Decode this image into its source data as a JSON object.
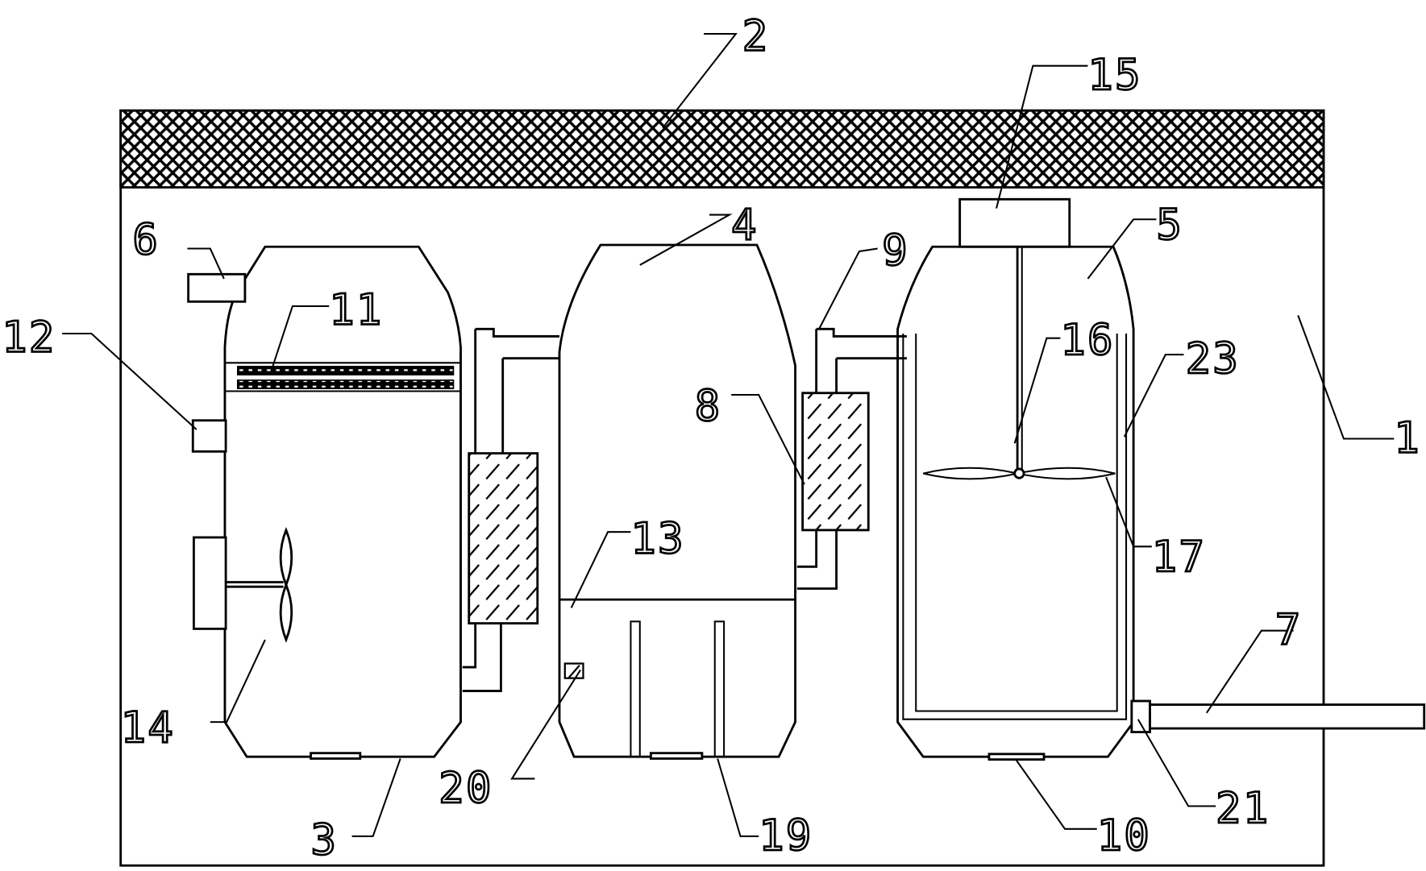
{
  "figure": {
    "type": "patent-schematic",
    "labels": {
      "l1": "1",
      "l2": "2",
      "l3": "3",
      "l4": "4",
      "l5": "5",
      "l6": "6",
      "l7": "7",
      "l8": "8",
      "l9": "9",
      "l10": "10",
      "l11": "11",
      "l12": "12",
      "l13": "13",
      "l14": "14",
      "l15": "15",
      "l16": "16",
      "l17": "17",
      "l19": "19",
      "l20": "20",
      "l21": "21",
      "l23": "23"
    },
    "colors": {
      "line": "#000000",
      "background": "#ffffff"
    }
  }
}
